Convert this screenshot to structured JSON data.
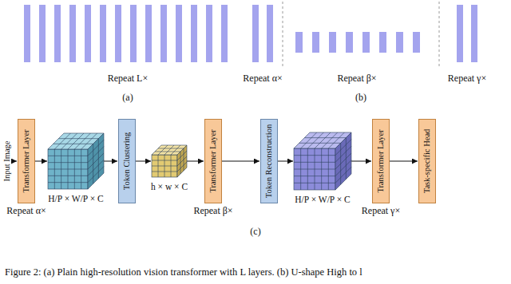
{
  "diagram": {
    "caption": "Figure 2: (a) Plain high-resolution vision transformer with L layers. (b) U-shape High to l",
    "nodes": [
      {
        "text": [
          "Transformer Layer",
          "Repeat α×"
        ]
      },
      {
        "text": [
          "H/P × W/P × C"
        ]
      },
      {
        "text": [
          "Token Clustering"
        ]
      },
      {
        "text": [
          "h × w × C"
        ]
      },
      {
        "text": [
          "Transformer Layer",
          "Repeat β×"
        ]
      },
      {
        "text": [
          "Token Reconstruction"
        ]
      },
      {
        "text": [
          "H/P × W/P × C"
        ]
      },
      {
        "text": [
          "Transformer Layer",
          "Repeat γ×"
        ]
      },
      {
        "text": [
          "Task-specific Head"
        ]
      }
    ],
    "edges": [
      {
        "from": 0,
        "to": 1,
        "arrow": "to"
      },
      {
        "from": 1,
        "to": 2,
        "arrow": "to"
      },
      {
        "from": 2,
        "to": 3,
        "arrow": "to"
      },
      {
        "from": 3,
        "to": 4,
        "arrow": "to"
      },
      {
        "from": 4,
        "to": 5,
        "arrow": "to"
      },
      {
        "from": 5,
        "to": 6,
        "arrow": "to"
      },
      {
        "from": 6,
        "to": 7,
        "arrow": "to"
      },
      {
        "from": 7,
        "to": 8,
        "arrow": "to"
      }
    ],
    "labels": [
      "Repeat L×",
      "(a)",
      "Repeat α×",
      "Repeat β×",
      "Repeat γ×",
      "(b)",
      "Input Image",
      "(c)"
    ]
  }
}
